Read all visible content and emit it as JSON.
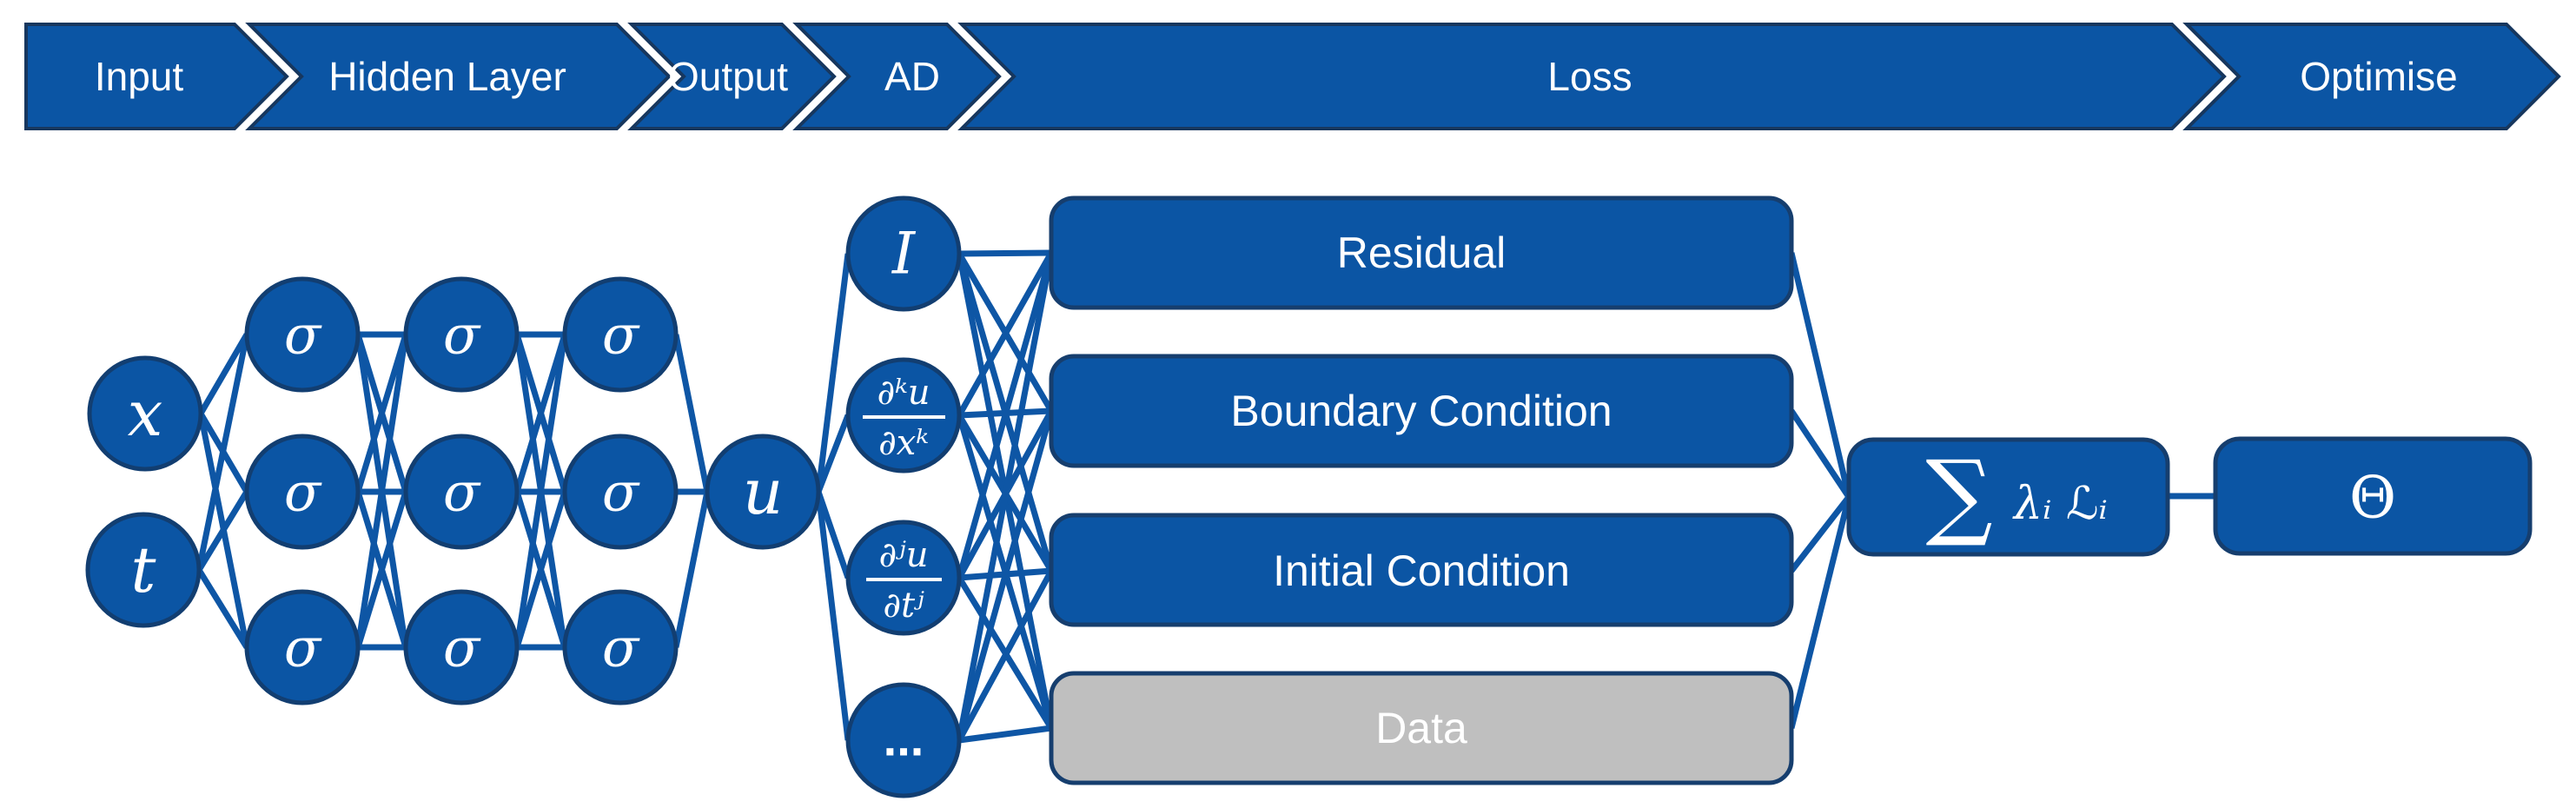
{
  "banner": {
    "items": [
      {
        "label": "Input"
      },
      {
        "label": "Hidden Layer"
      },
      {
        "label": "Output"
      },
      {
        "label": "AD"
      },
      {
        "label": "Loss"
      },
      {
        "label": "Optimise"
      }
    ]
  },
  "network": {
    "input_nodes": [
      {
        "label": "x"
      },
      {
        "label": "t"
      }
    ],
    "hidden_label": "σ",
    "output_label": "u",
    "ad_nodes": {
      "identity": "I",
      "ddx": {
        "numerator": "∂ᵏu",
        "denominator": "∂xᵏ"
      },
      "ddt": {
        "numerator": "∂ʲu",
        "denominator": "∂tʲ"
      },
      "more": "..."
    }
  },
  "loss": {
    "boxes": [
      {
        "label": "Residual"
      },
      {
        "label": "Boundary Condition"
      },
      {
        "label": "Initial Condition"
      },
      {
        "label": "Data"
      }
    ]
  },
  "aggregate": {
    "sigma": "∑",
    "terms": "λᵢ ℒᵢ"
  },
  "optimise": {
    "label": "Θ"
  },
  "colors": {
    "primary_blue": "#0B55A4",
    "dark_navy": "#17375E",
    "node_border": "#123E71",
    "line_blue": "#0E56A5",
    "gray": "#BFBFBF",
    "text_white": "#FFFFFF"
  }
}
